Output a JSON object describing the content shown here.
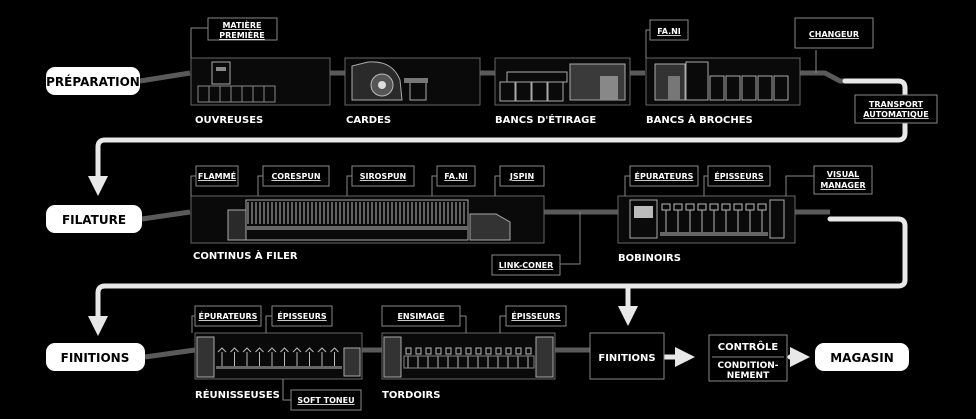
{
  "stages": {
    "preparation": "PRÉPARATION",
    "filature": "FILATURE",
    "finitions": "FINITIONS",
    "magasin": "MAGASIN"
  },
  "machines": {
    "ouvreuses": "OUVREUSES",
    "cardes": "CARDES",
    "bancs_etirage": "BANCS D'ÉTIRAGE",
    "bancs_broches": "BANCS À BROCHES",
    "continus": "CONTINUS À FILER",
    "bobinoirs": "BOBINOIRS",
    "reunisseuses": "RÉUNISSEUSES",
    "tordoirs": "TORDOIRS",
    "finitions_box": "FINITIONS"
  },
  "tags": {
    "matiere_1": "MATIÈRE",
    "matiere_2": "PREMIÈRE",
    "fani_1": "FA.NI",
    "changeur": "CHANGEUR",
    "transport_1": "TRANSPORT",
    "transport_2": "AUTOMATIQUE",
    "flamme": "FLAMMÉ",
    "corespun": "CORESPUN",
    "sirospun": "SIROSPUN",
    "fani_2": "FA.NI",
    "jspin": "JSPIN",
    "epurateurs_1": "ÉPURATEURS",
    "episseurs_1": "ÉPISSEURS",
    "visual_1": "VISUAL",
    "visual_2": "MANAGER",
    "link_coner": "LINK-CONER",
    "epurateurs_2": "ÉPURATEURS",
    "episseurs_2": "ÉPISSEURS",
    "soft_toneu": "SOFT TONEU",
    "ensimage": "ENSIMAGE",
    "episseurs_3": "ÉPISSEURS"
  },
  "controle": {
    "controle": "CONTRÔLE",
    "cond_1": "CONDITION-",
    "cond_2": "NEMENT"
  },
  "colors": {
    "background": "#000000",
    "line": "#555555",
    "flow": "#e8e8e8"
  }
}
